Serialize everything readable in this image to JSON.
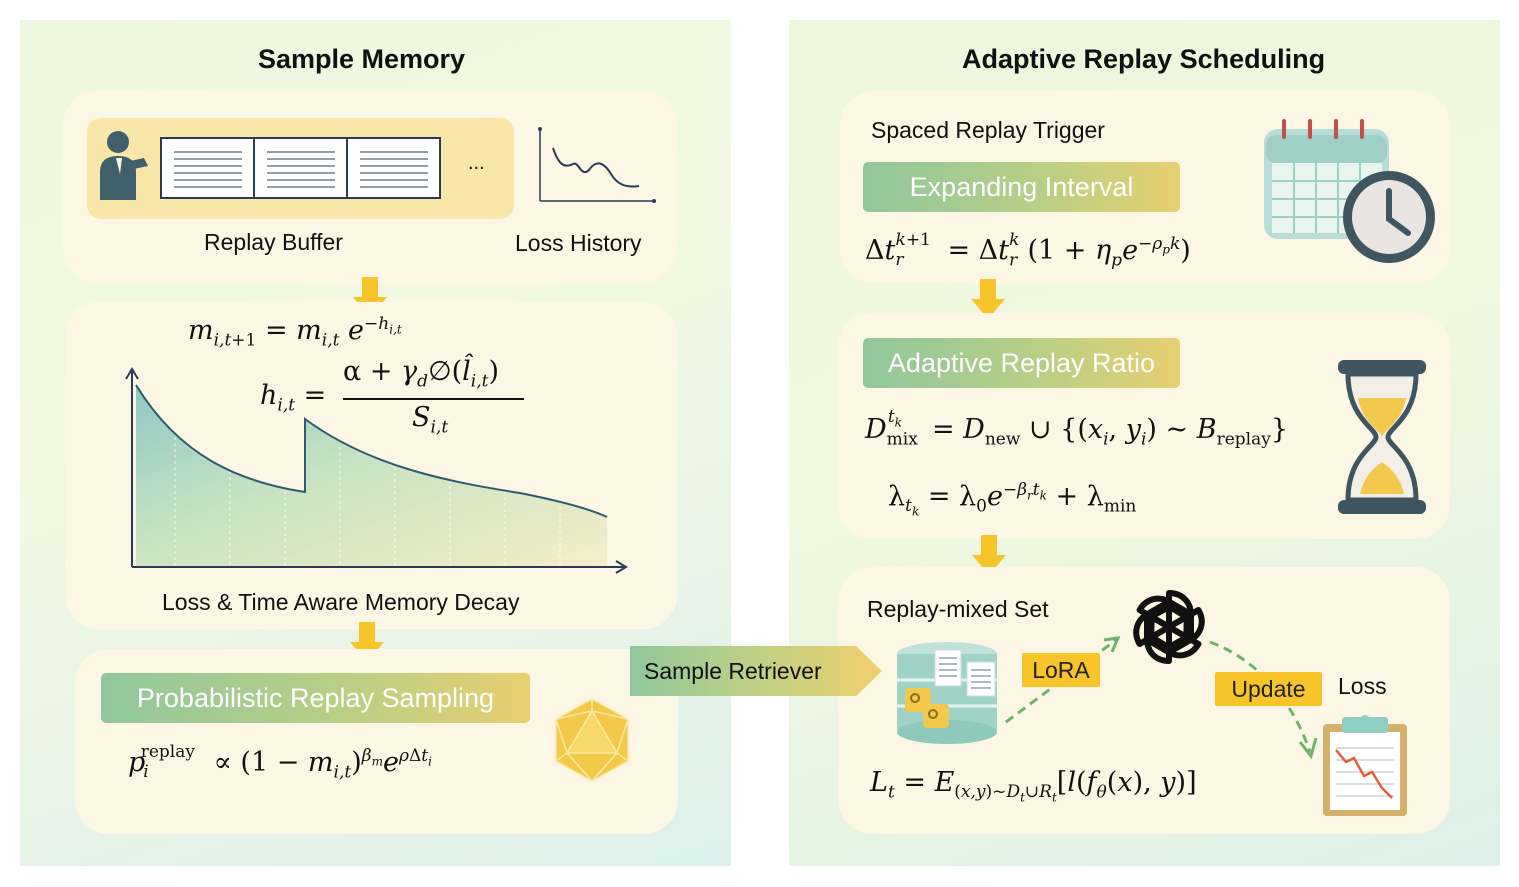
{
  "left_panel": {
    "title": "Sample Memory",
    "replay_buffer_label": "Replay Buffer",
    "ellipsis": "...",
    "loss_history_label": "Loss History",
    "decay_caption": "Loss & Time  Aware Memory Decay",
    "sampling_tag": "Probabilistic Replay Sampling"
  },
  "right_panel": {
    "title": "Adaptive Replay Scheduling",
    "trigger_label": "Spaced Replay Trigger",
    "interval_tag": "Expanding Interval",
    "ratio_tag": "Adaptive Replay Ratio",
    "mixed_set_label": "Replay-mixed Set",
    "lora_tag": "LoRA",
    "update_tag": "Update",
    "loss_label": "Loss"
  },
  "connector": {
    "retriever_label": "Sample Retriever"
  },
  "colors": {
    "accent_yellow": "#f7c52a",
    "card_bg": "#fbf7e4",
    "teal": "#8fc79c",
    "gold": "#e8cf70",
    "dark_slate": "#3f5560"
  }
}
